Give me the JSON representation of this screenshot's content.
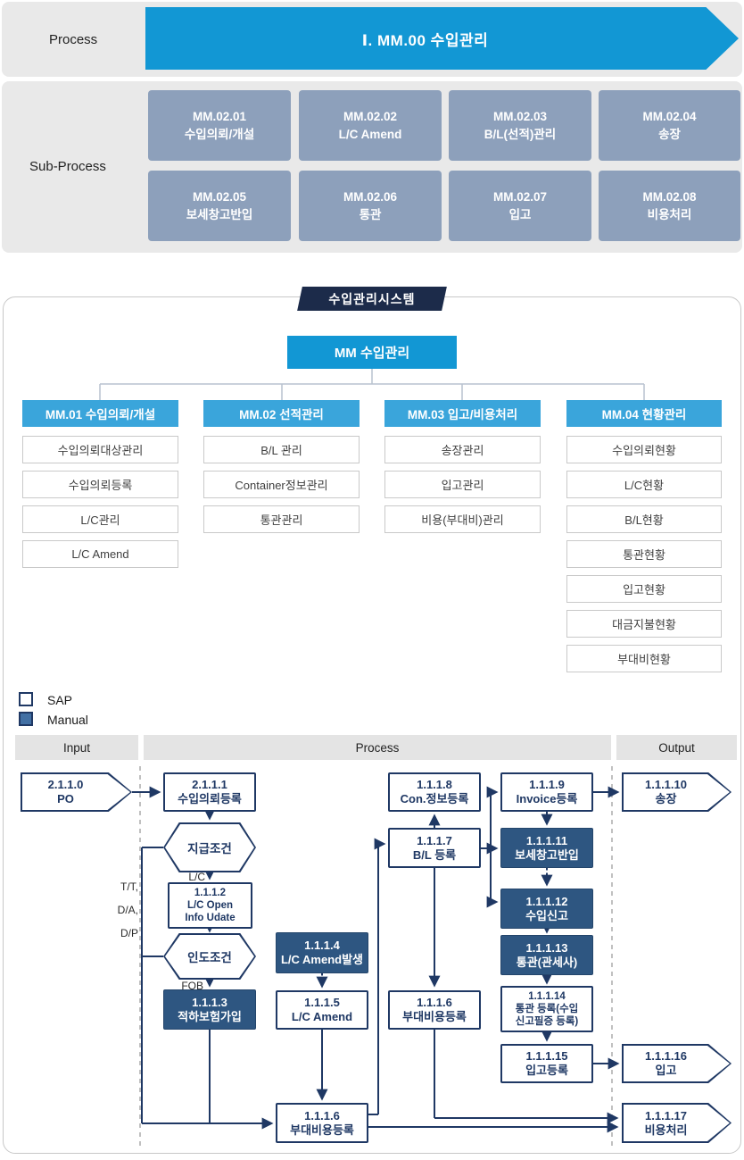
{
  "colors": {
    "accent_blue": "#1297d4",
    "column_header_blue": "#3aa5db",
    "navy": "#1f3864",
    "manual_fill": "#2e5681",
    "legend_manual_fill": "#4270a4",
    "subprocess_fill": "#8da0bb",
    "band_gray": "#e9e9e9",
    "banner_navy": "#1c2b4a"
  },
  "process_banner": {
    "lane_label": "Process",
    "title": "Ⅰ. MM.00 수입관리"
  },
  "sub_process": {
    "lane_label": "Sub-Process",
    "boxes": [
      {
        "code": "MM.02.01",
        "name": "수입의뢰/개설"
      },
      {
        "code": "MM.02.02",
        "name": "L/C Amend"
      },
      {
        "code": "MM.02.03",
        "name": "B/L(선적)관리"
      },
      {
        "code": "MM.02.04",
        "name": "송장"
      },
      {
        "code": "MM.02.05",
        "name": "보세창고반입"
      },
      {
        "code": "MM.02.06",
        "name": "통관"
      },
      {
        "code": "MM.02.07",
        "name": "입고"
      },
      {
        "code": "MM.02.08",
        "name": "비용처리"
      }
    ]
  },
  "system_diagram": {
    "banner": "수입관리시스템",
    "root": "MM 수입관리",
    "columns": [
      {
        "title": "MM.01 수입의뢰/개설",
        "items": [
          "수입의뢰대상관리",
          "수입의뢰등록",
          "L/C관리",
          "L/C Amend"
        ]
      },
      {
        "title": "MM.02 선적관리",
        "items": [
          "B/L 관리",
          "Container정보관리",
          "통관관리"
        ]
      },
      {
        "title": "MM.03 입고/비용처리",
        "items": [
          "송장관리",
          "입고관리",
          "비용(부대비)관리"
        ]
      },
      {
        "title": "MM.04 현황관리",
        "items": [
          "수입의뢰현황",
          "L/C현황",
          "B/L현황",
          "통관현황",
          "입고현황",
          "대금지불현황",
          "부대비현황"
        ]
      }
    ]
  },
  "legend": {
    "sap": "SAP",
    "manual": "Manual"
  },
  "lanes": {
    "input": "Input",
    "process": "Process",
    "output": "Output"
  },
  "flowchart": {
    "nodes": [
      {
        "code": "2.1.1.0",
        "label": "PO",
        "type": "input"
      },
      {
        "code": "2.1.1.1",
        "label": "수입의뢰등록",
        "type": "sap"
      },
      {
        "label": "지급조건",
        "type": "decision"
      },
      {
        "code": "1.1.1.2",
        "label": "L/C Open",
        "label2": "Info Udate",
        "type": "sap"
      },
      {
        "label": "인도조건",
        "type": "decision"
      },
      {
        "code": "1.1.1.3",
        "label": "적하보험가입",
        "type": "manual"
      },
      {
        "code": "1.1.1.4",
        "label": "L/C Amend발생",
        "type": "manual"
      },
      {
        "code": "1.1.1.5",
        "label": "L/C Amend",
        "type": "sap"
      },
      {
        "code": "1.1.1.6",
        "label": "부대비용등록",
        "type": "sap"
      },
      {
        "code": "1.1.1.7",
        "label": "B/L 등록",
        "type": "sap"
      },
      {
        "code": "1.1.1.8",
        "label": "Con.정보등록",
        "type": "sap"
      },
      {
        "code": "1.1.1.9",
        "label": "Invoice등록",
        "type": "sap"
      },
      {
        "code": "1.1.1.10",
        "label": "송장",
        "type": "output"
      },
      {
        "code": "1.1.1.11",
        "label": "보세창고반입",
        "type": "manual"
      },
      {
        "code": "1.1.1.12",
        "label": "수입신고",
        "type": "manual"
      },
      {
        "code": "1.1.1.13",
        "label": "통관(관세사)",
        "type": "manual"
      },
      {
        "code": "1.1.1.14",
        "label": "통관 등록(수입",
        "label2": "신고필증 등록)",
        "type": "sap"
      },
      {
        "code": "1.1.1.15",
        "label": "입고등록",
        "type": "sap"
      },
      {
        "code": "1.1.1.16",
        "label": "입고",
        "type": "output"
      },
      {
        "code": "1.1.1.6",
        "label": "부대비용등록",
        "type": "sap"
      },
      {
        "code": "1.1.1.17",
        "label": "비용처리",
        "type": "output"
      }
    ],
    "edge_labels": {
      "lc": "L/C",
      "fob": "FOB",
      "tt": "T/T,",
      "da": "D/A,",
      "dp": "D/P"
    }
  }
}
